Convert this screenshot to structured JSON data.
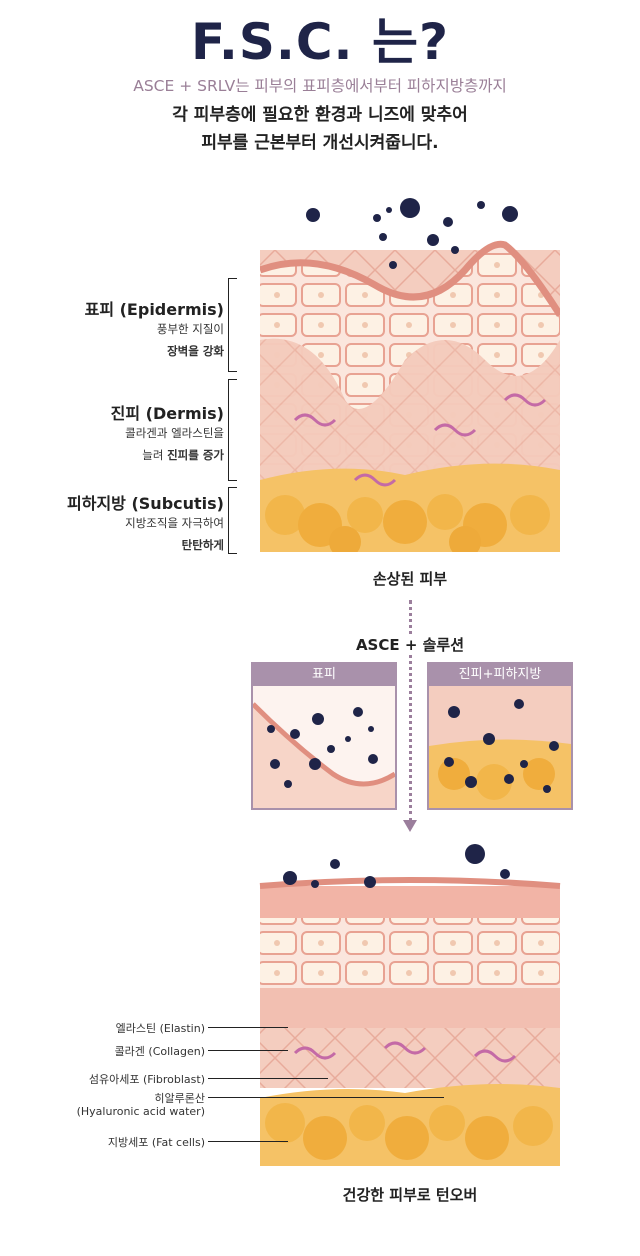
{
  "header": {
    "title": "F.S.C. 는?",
    "subtitle": "ASCE + SRLV는 피부의 표피층에서부터 피하지방층까지",
    "line1": "각 피부층에 필요한 환경과 니즈에 맞추어",
    "line2": "피부를 근본부터 개선시켜줍니다."
  },
  "layers": [
    {
      "name": "표피 (Epidermis)",
      "desc1": "풍부한 지질이",
      "desc2": "장벽을 강화"
    },
    {
      "name": "진피 (Dermis)",
      "desc1": "콜라겐과 엘라스틴을",
      "desc2a": "늘려 ",
      "desc2b": "진피를 증가"
    },
    {
      "name": "피하지방 (Subcutis)",
      "desc1": "지방조직을 자극하여",
      "desc2": "탄탄하게"
    }
  ],
  "damaged_caption": "손상된 피부",
  "solution_label": "ASCE + 솔루션",
  "mini_panels": [
    {
      "label": "표피"
    },
    {
      "label": "진피+피하지방"
    }
  ],
  "components": [
    {
      "label": "엘라스틴 (Elastin)"
    },
    {
      "label": "콜라겐 (Collagen)"
    },
    {
      "label": "섬유아세포 (Fibroblast)"
    },
    {
      "label1": "히알루론산",
      "label2": "(Hyaluronic acid water)"
    },
    {
      "label": "지방세포 (Fat cells)"
    }
  ],
  "healthy_caption": "건강한 피부로 턴오버",
  "colors": {
    "navy": "#1f2448",
    "mauve": "#a991ab",
    "skin": "#f6d3c6",
    "fat": "#f2b64a"
  }
}
